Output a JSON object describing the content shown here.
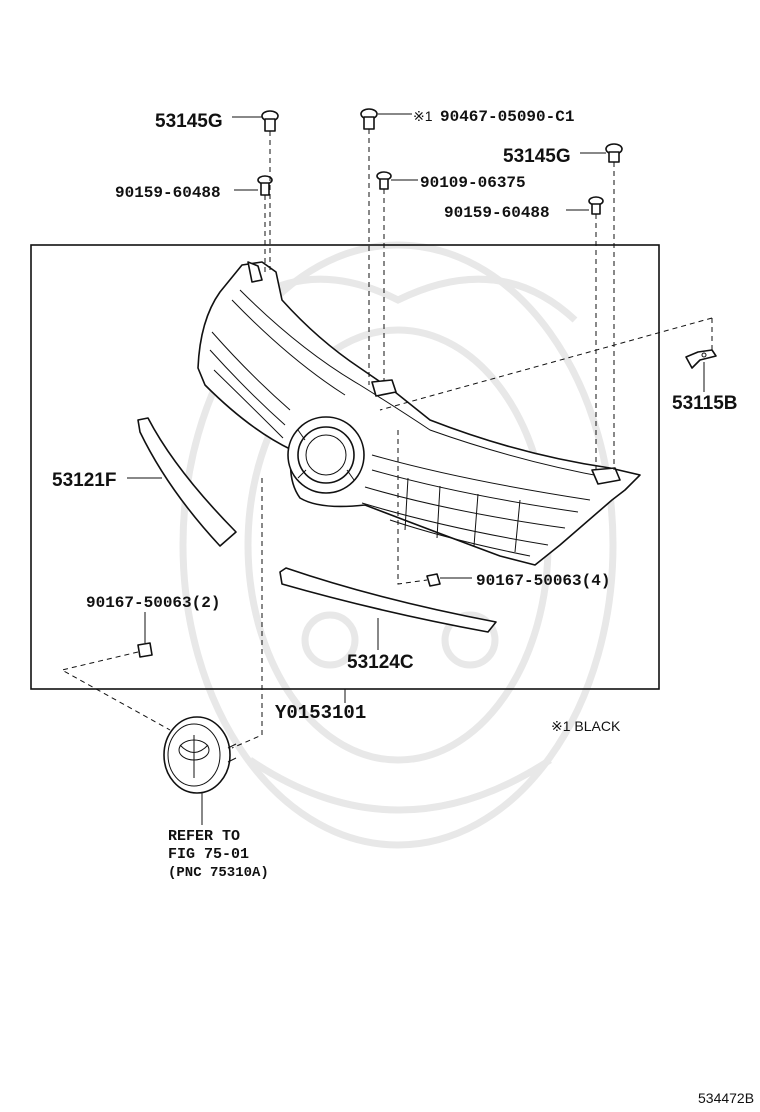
{
  "labels": {
    "clip_53145g_left": "53145G",
    "clip_53145g_right": "53145G",
    "screw_90467": "90467-05090-C1",
    "screw_90467_mark": "※1",
    "screw_90109": "90109-06375",
    "screw_90159_left": "90159-60488",
    "screw_90159_right": "90159-60488",
    "bracket_53115b": "53115B",
    "moulding_53121f": "53121F",
    "moulding_53124c": "53124C",
    "clip_90167_4": "90167-50063(4)",
    "clip_90167_2": "90167-50063(2)",
    "assembly_code": "Y0153101",
    "note_black": "※1 BLACK",
    "refer_line1": "REFER TO",
    "refer_line2": "FIG 75-01",
    "refer_line3": "(PNC 75310A)",
    "figure_number": "534472B"
  }
}
